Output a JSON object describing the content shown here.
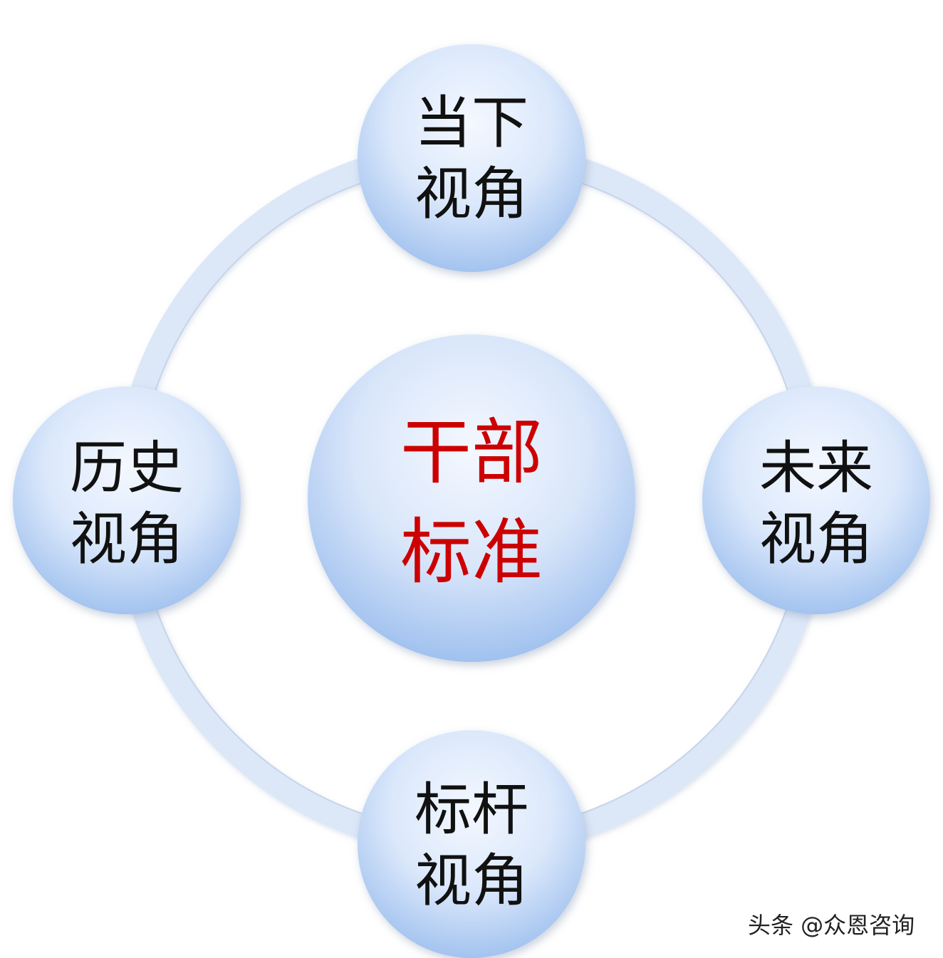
{
  "center": {
    "line1": "干部",
    "line2": "标准",
    "color": "#cc0000"
  },
  "nodes": {
    "top": {
      "line1": "当下",
      "line2": "视角"
    },
    "left": {
      "line1": "历史",
      "line2": "视角"
    },
    "right": {
      "line1": "未来",
      "line2": "视角"
    },
    "bottom": {
      "line1": "标杆",
      "line2": "视角"
    }
  },
  "watermark": "头条 @众恩咨询",
  "colors": {
    "ring": "#dbe6f8",
    "node_fill_light": "#f2f7ff",
    "node_fill_dark": "#a6c5ef",
    "text": "#111111"
  }
}
